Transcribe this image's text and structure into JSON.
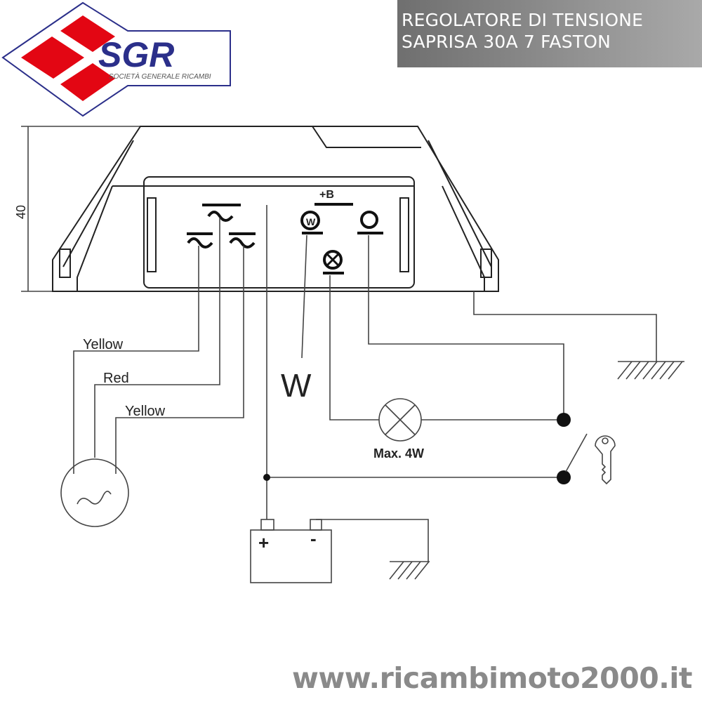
{
  "title": {
    "line1": "REGOLATORE DI TENSIONE",
    "line2": "SAPRISA 30A 7 FASTON"
  },
  "logo": {
    "mark": "SGR",
    "tagline": "SOCIETÀ GENERALE RICAMBI",
    "colors": {
      "red": "#e30613",
      "blue": "#2b2f8a"
    }
  },
  "diagram": {
    "dimension": "40",
    "terminal_plus": "+B",
    "wires": {
      "yellow_1": "Yellow",
      "red": "Red",
      "yellow_2": "Yellow"
    },
    "w_label": "W",
    "lamp_label": "Max. 4W",
    "battery": {
      "plus": "+",
      "minus": "-"
    }
  },
  "footer": {
    "url": "www.ricambimoto2000.it"
  }
}
